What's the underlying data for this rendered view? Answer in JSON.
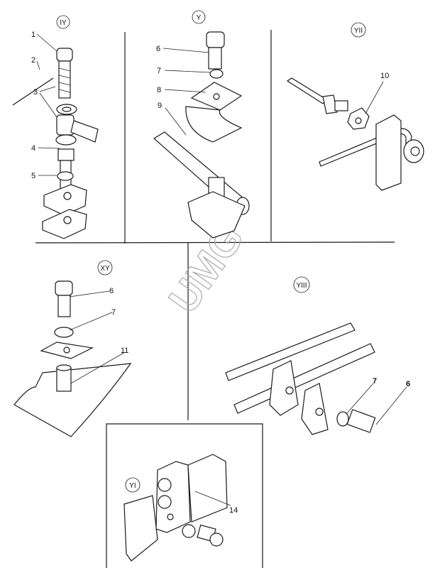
{
  "watermark": "UMG",
  "sections": {
    "iy": {
      "label": "IY",
      "callouts": [
        "1",
        "2",
        "3",
        "4",
        "5"
      ]
    },
    "y": {
      "label": "Y",
      "callouts": [
        "6",
        "7",
        "8",
        "9"
      ]
    },
    "yii": {
      "label": "YII",
      "callouts": [
        "10"
      ]
    },
    "xy": {
      "label": "XY",
      "callouts": [
        "6",
        "7",
        "11"
      ]
    },
    "yiii": {
      "label": "YIII",
      "callouts": [
        "7",
        "6"
      ]
    },
    "yi": {
      "label": "YI",
      "callouts": [
        "14"
      ]
    }
  }
}
